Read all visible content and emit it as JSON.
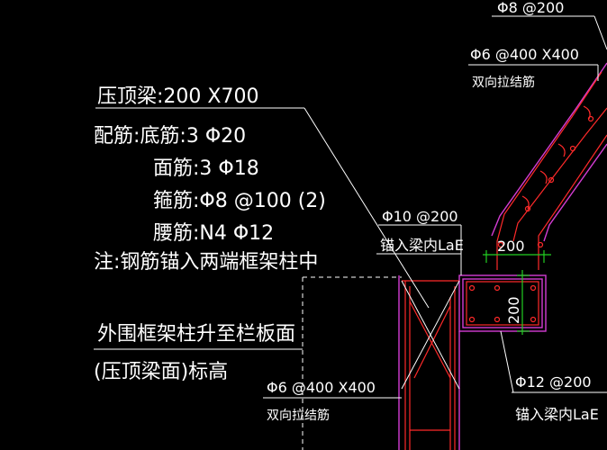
{
  "top_label": "Φ8 @200",
  "tie_top": {
    "spec": "Φ6 @400 X400",
    "desc": "双向拉结筋"
  },
  "beam": {
    "title": "压顶梁:200 X700",
    "reinf_label": "配筋:底筋:3 Φ20",
    "top_bar": "面筋:3 Φ18",
    "stirrup": "箍筋:Φ8 @100 (2)",
    "waist": "腰筋:N4 Φ12",
    "note": "注:钢筋锚入两端框架柱中"
  },
  "column_note": {
    "line1": "外围框架柱升至栏板面",
    "line2": "(压顶梁面)标高"
  },
  "anchor_mid": {
    "spec": "Φ10 @200",
    "desc": "锚入梁内LaE"
  },
  "tie_bottom": {
    "spec": "Φ6 @400 X400",
    "desc": "双向拉结筋"
  },
  "anchor_right": {
    "spec": "Φ12 @200",
    "desc": "锚入梁内LaE"
  },
  "dims": {
    "width": "200",
    "height": "200"
  },
  "colors": {
    "background": "#000000",
    "text": "#ffffff",
    "rebar": "#ff2a2a",
    "outline": "#d33cd3",
    "dimension": "#22d022",
    "dim_text": "#ffffff"
  }
}
